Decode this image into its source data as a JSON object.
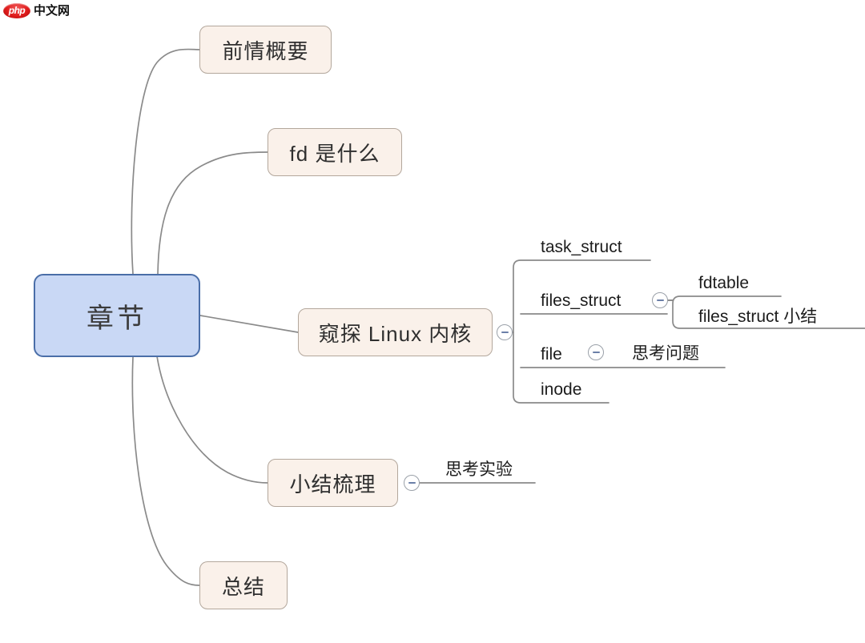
{
  "watermark": {
    "badge_text": "php",
    "label": "中文网"
  },
  "colors": {
    "root_fill": "#c9d8f5",
    "root_stroke": "#4a6ea8",
    "branch_fill": "#faf1ea",
    "branch_stroke": "#b3a79c",
    "wire": "#8a8a8a",
    "leaf_rule": "#9b9b9b",
    "text": "#2f2f2f",
    "toggle_minus": "#6b7fa8",
    "background": "#ffffff"
  },
  "mindmap": {
    "root": {
      "label": "章节"
    },
    "branches": [
      {
        "id": "qianqing",
        "label": "前情概要",
        "collapsible": false,
        "children": []
      },
      {
        "id": "fd",
        "label": "fd 是什么",
        "collapsible": false,
        "children": []
      },
      {
        "id": "linux",
        "label": "窥探 Linux 内核",
        "collapsible": true,
        "children": [
          {
            "id": "task_struct",
            "label": "task_struct",
            "collapsible": false,
            "children": []
          },
          {
            "id": "files_struct",
            "label": "files_struct",
            "collapsible": true,
            "children": [
              {
                "id": "fdtable",
                "label": "fdtable"
              },
              {
                "id": "fs_xiaojie",
                "label": "files_struct 小结"
              }
            ]
          },
          {
            "id": "file",
            "label": "file",
            "collapsible": true,
            "children": [
              {
                "id": "sikao_wenti",
                "label": "思考问题"
              }
            ]
          },
          {
            "id": "inode",
            "label": "inode",
            "collapsible": false,
            "children": []
          }
        ]
      },
      {
        "id": "xiaojie",
        "label": "小结梳理",
        "collapsible": true,
        "children": [
          {
            "id": "sikao_shiyan",
            "label": "思考实验"
          }
        ]
      },
      {
        "id": "zongjie",
        "label": "总结",
        "collapsible": false,
        "children": []
      }
    ]
  },
  "toggles": {
    "minus_glyph": "−",
    "linux_toggle_name": "collapse-toggle-linux",
    "files_struct_toggle_name": "collapse-toggle-files-struct",
    "file_toggle_name": "collapse-toggle-file",
    "xiaojie_toggle_name": "collapse-toggle-xiaojie"
  }
}
